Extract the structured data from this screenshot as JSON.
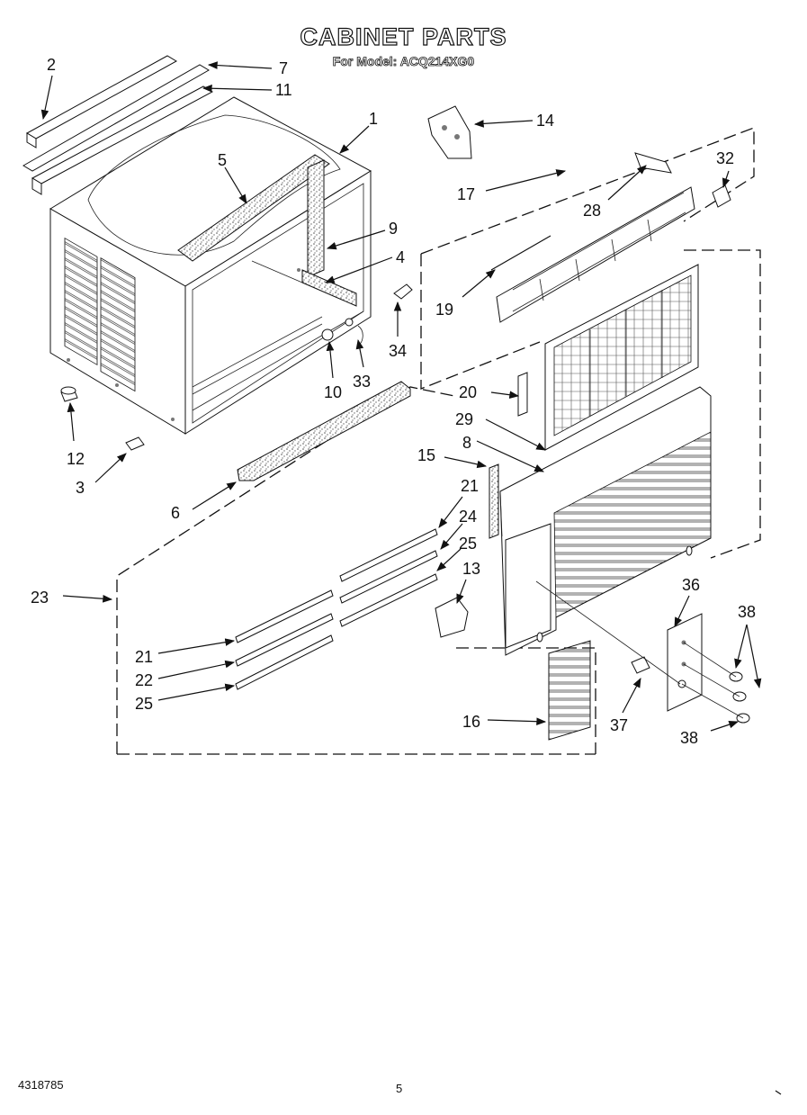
{
  "title": "CABINET PARTS",
  "subtitle": "For Model: ACQ214XG0",
  "doc_number": "4318785",
  "page_number": "5",
  "callouts": [
    {
      "id": "callout-1",
      "text": "1"
    },
    {
      "id": "callout-2",
      "text": "2"
    },
    {
      "id": "callout-3",
      "text": "3"
    },
    {
      "id": "callout-4",
      "text": "4"
    },
    {
      "id": "callout-5",
      "text": "5"
    },
    {
      "id": "callout-6",
      "text": "6"
    },
    {
      "id": "callout-7",
      "text": "7"
    },
    {
      "id": "callout-8",
      "text": "8"
    },
    {
      "id": "callout-9",
      "text": "9"
    },
    {
      "id": "callout-10",
      "text": "10"
    },
    {
      "id": "callout-11",
      "text": "11"
    },
    {
      "id": "callout-12",
      "text": "12"
    },
    {
      "id": "callout-13",
      "text": "13"
    },
    {
      "id": "callout-14",
      "text": "14"
    },
    {
      "id": "callout-15",
      "text": "15"
    },
    {
      "id": "callout-16",
      "text": "16"
    },
    {
      "id": "callout-17",
      "text": "17"
    },
    {
      "id": "callout-19",
      "text": "19"
    },
    {
      "id": "callout-20",
      "text": "20"
    },
    {
      "id": "callout-21a",
      "text": "21"
    },
    {
      "id": "callout-21b",
      "text": "21"
    },
    {
      "id": "callout-22",
      "text": "22"
    },
    {
      "id": "callout-23",
      "text": "23"
    },
    {
      "id": "callout-24",
      "text": "24"
    },
    {
      "id": "callout-25a",
      "text": "25"
    },
    {
      "id": "callout-25b",
      "text": "25"
    },
    {
      "id": "callout-28",
      "text": "28"
    },
    {
      "id": "callout-29",
      "text": "29"
    },
    {
      "id": "callout-32",
      "text": "32"
    },
    {
      "id": "callout-33",
      "text": "33"
    },
    {
      "id": "callout-34",
      "text": "34"
    },
    {
      "id": "callout-36",
      "text": "36"
    },
    {
      "id": "callout-37",
      "text": "37"
    },
    {
      "id": "callout-38a",
      "text": "38"
    },
    {
      "id": "callout-38b",
      "text": "38"
    }
  ]
}
